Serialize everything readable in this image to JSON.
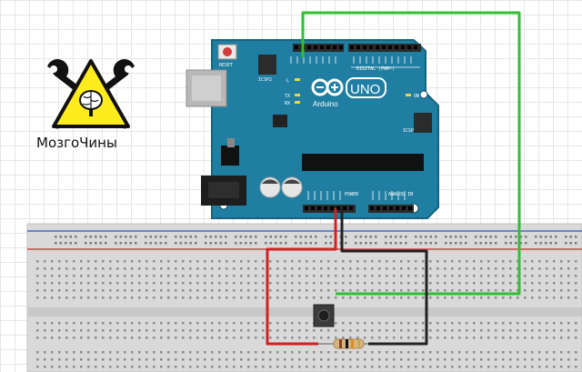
{
  "logo": {
    "text": "МозгоЧины"
  },
  "board": {
    "reset_label": "RESET",
    "icsp2_label": "ICSP2",
    "icsp_label": "ICSP",
    "digital_label": "DIGITAL (PWM~)",
    "brand_label": "Arduino",
    "model_label": "UNO",
    "power_label": "POWER",
    "analog_label": "ANALOG IN",
    "on_label": "ON",
    "l_label": "L",
    "tx_label": "TX",
    "rx_label": "RX"
  },
  "wires": [
    {
      "name": "signal-wire",
      "color": "#2fc12f"
    },
    {
      "name": "power-wire",
      "color": "#d32020"
    },
    {
      "name": "ground-wire",
      "color": "#222222"
    }
  ],
  "colors": {
    "board": "#1f7ea1",
    "board_edge": "#16637f",
    "header": "#2b2b2b",
    "breadboard": "#d9d9d9",
    "rail_red": "#d64242",
    "rail_blue": "#4a69c7",
    "logo_yellow": "#ffec1f"
  },
  "components": {
    "button": "push-button",
    "resistor": "resistor"
  }
}
